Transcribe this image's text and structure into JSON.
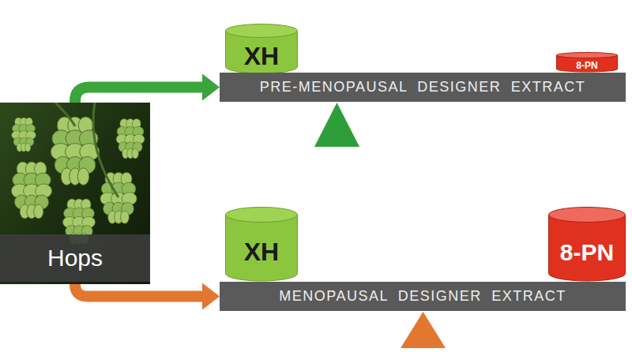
{
  "diagram": {
    "nodes": [
      {
        "text": [
          "XH"
        ]
      },
      {
        "text": [
          "8-PN"
        ]
      },
      {
        "text": [
          "PRE-MENOPAUSAL DESIGNER EXTRACT"
        ]
      },
      {
        "text": [
          "Hops"
        ]
      },
      {
        "text": [
          "XH"
        ]
      },
      {
        "text": [
          "8-PN"
        ]
      },
      {
        "text": [
          "MENOPAUSAL DESIGNER EXTRACT"
        ]
      }
    ],
    "edges": [
      {
        "from": 3,
        "to": 2,
        "arrow": "to"
      },
      {
        "from": 3,
        "to": 6,
        "arrow": "to"
      }
    ]
  }
}
